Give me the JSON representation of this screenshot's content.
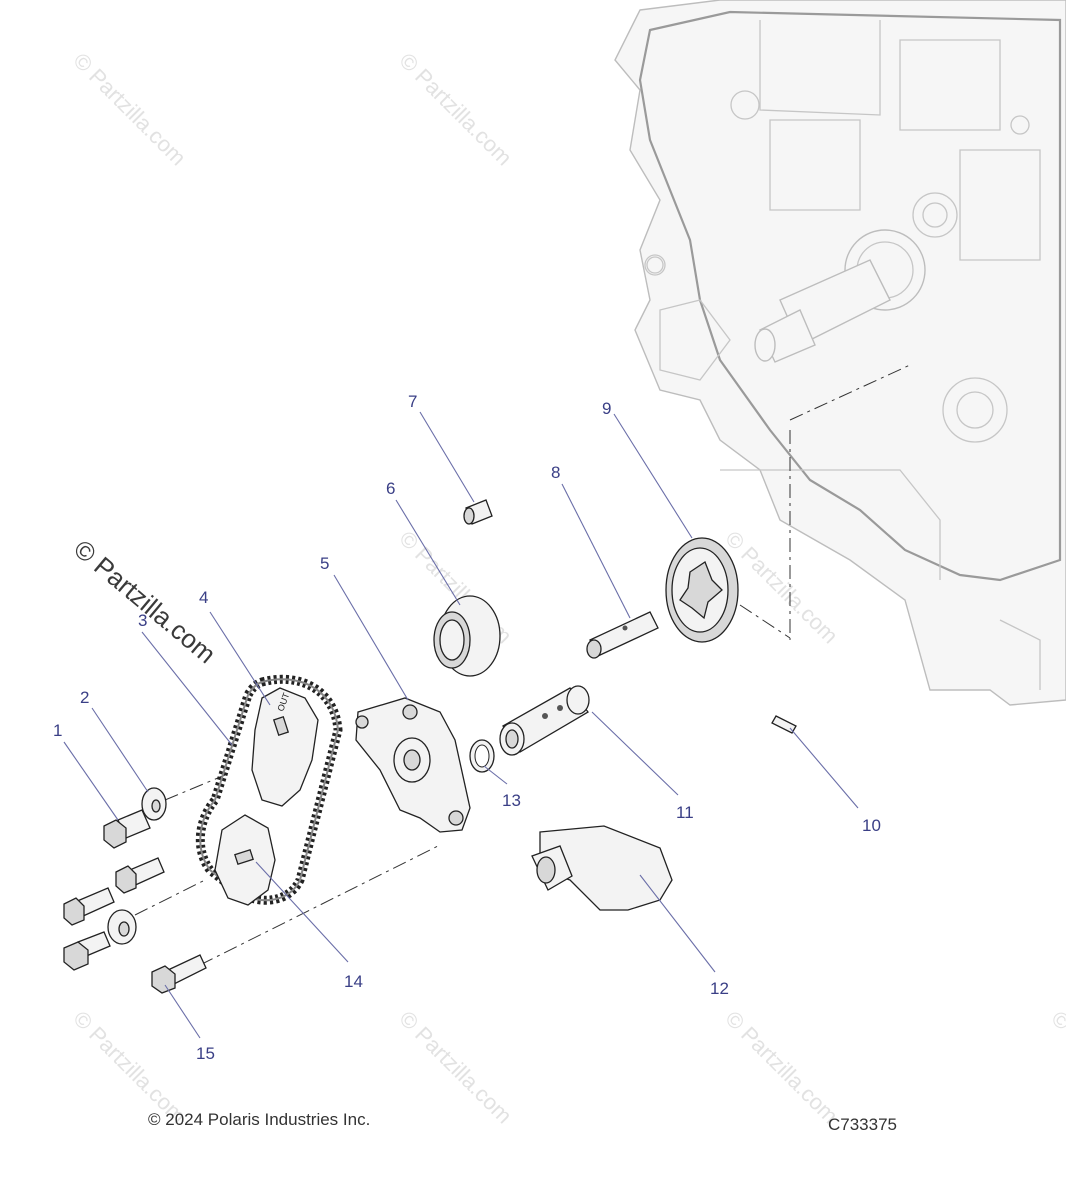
{
  "diagram": {
    "callouts": [
      {
        "id": "1",
        "text": "1"
      },
      {
        "id": "2",
        "text": "2"
      },
      {
        "id": "3",
        "text": "3"
      },
      {
        "id": "4",
        "text": "4"
      },
      {
        "id": "5",
        "text": "5"
      },
      {
        "id": "6",
        "text": "6"
      },
      {
        "id": "7",
        "text": "7"
      },
      {
        "id": "8",
        "text": "8"
      },
      {
        "id": "9",
        "text": "9"
      },
      {
        "id": "10",
        "text": "10"
      },
      {
        "id": "11",
        "text": "11"
      },
      {
        "id": "12",
        "text": "12"
      },
      {
        "id": "13",
        "text": "13"
      },
      {
        "id": "14",
        "text": "14"
      },
      {
        "id": "15",
        "text": "15"
      }
    ],
    "sprocket_marking": "OUT"
  },
  "watermark": {
    "text": "© Partzilla.com"
  },
  "footer": {
    "copyright": "© 2024 Polaris Industries Inc.",
    "drawing_number": "C733375"
  }
}
